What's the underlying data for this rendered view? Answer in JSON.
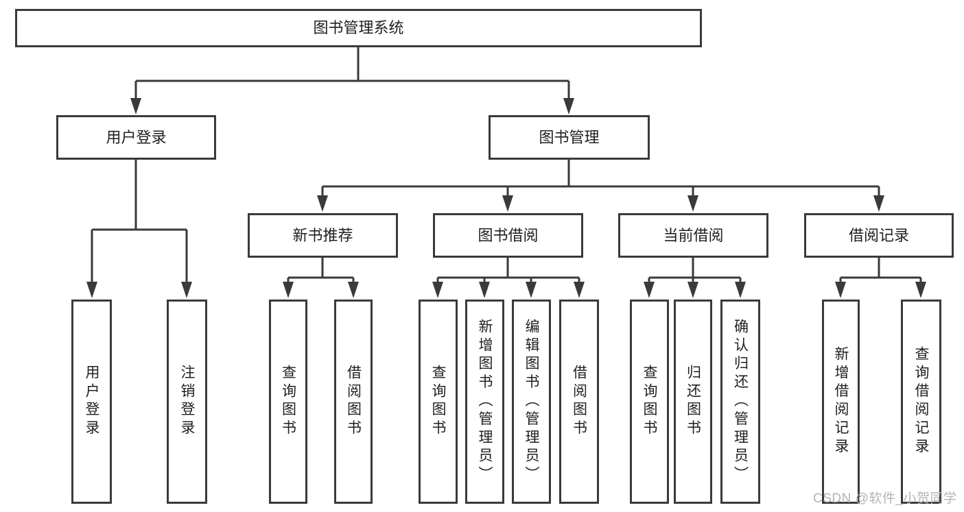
{
  "tree": {
    "label": "图书管理系统",
    "children": [
      {
        "label": "用户登录",
        "children": [
          {
            "label": "用户登录"
          },
          {
            "label": "注销登录"
          }
        ]
      },
      {
        "label": "图书管理",
        "children": [
          {
            "label": "新书推荐",
            "children": [
              {
                "label": "查询图书"
              },
              {
                "label": "借阅图书"
              }
            ]
          },
          {
            "label": "图书借阅",
            "children": [
              {
                "label": "查询图书"
              },
              {
                "label": "新增图书（管理员）"
              },
              {
                "label": "编辑图书（管理员）"
              },
              {
                "label": "借阅图书"
              }
            ]
          },
          {
            "label": "当前借阅",
            "children": [
              {
                "label": "查询图书"
              },
              {
                "label": "归还图书"
              },
              {
                "label": "确认归还（管理员）"
              }
            ]
          },
          {
            "label": "借阅记录",
            "children": [
              {
                "label": "新增借阅记录"
              },
              {
                "label": "查询借阅记录"
              }
            ]
          }
        ]
      }
    ]
  },
  "watermark": {
    "text": "CSDN @软件_小贺同学"
  },
  "colors": {
    "line": "#3a3a3a",
    "text": "#1f1f1f",
    "background": "#ffffff",
    "watermark": "#b3b3b3"
  }
}
